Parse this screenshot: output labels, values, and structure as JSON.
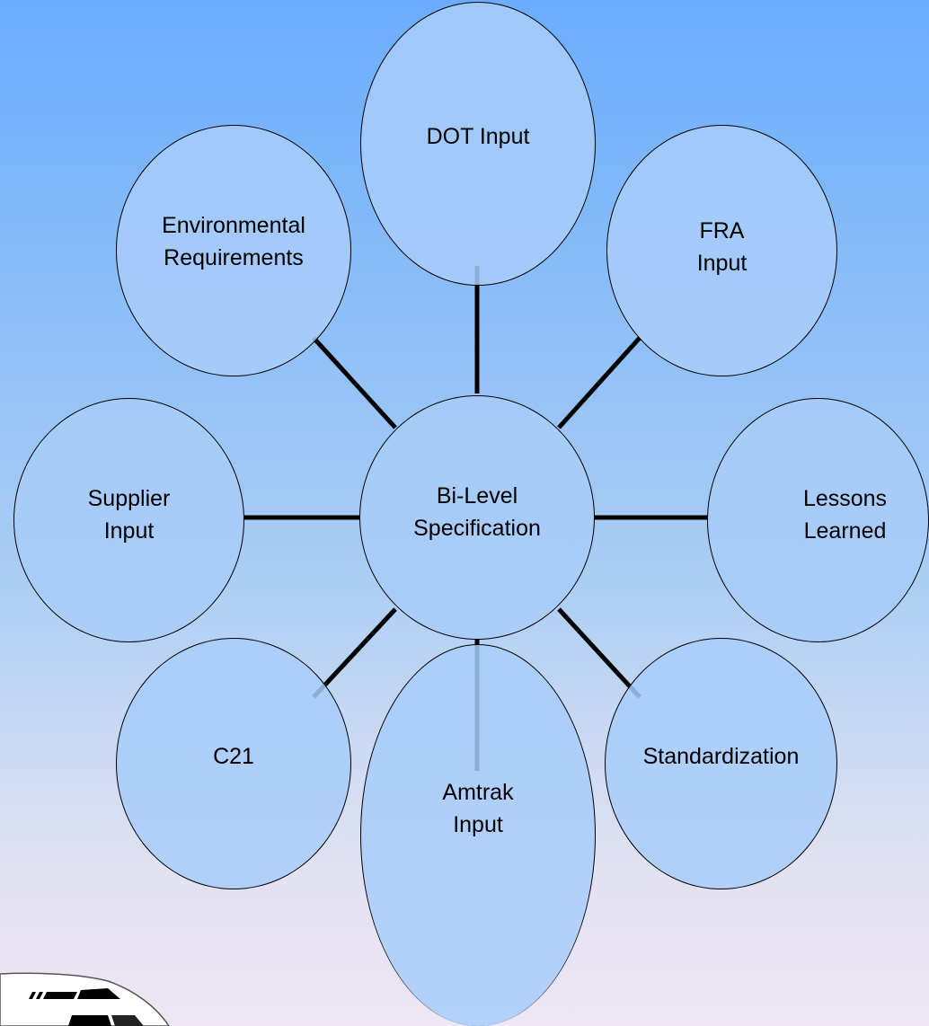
{
  "diagram": {
    "center": "Bi-Level\nSpecification",
    "nodes": {
      "dot": "DOT Input",
      "fra": "FRA\nInput",
      "lessons": "Lessons\nLearned",
      "standardization": "Standardization",
      "amtrak": "Amtrak\nInput",
      "c21": "C21",
      "supplier": "Supplier\nInput",
      "environmental": "Environmental\nRequirements"
    }
  },
  "colors": {
    "background_top": "#6aacfd",
    "background_bottom": "#eee6f4",
    "node_fill": "#a8ccfa",
    "line": "#000000"
  }
}
